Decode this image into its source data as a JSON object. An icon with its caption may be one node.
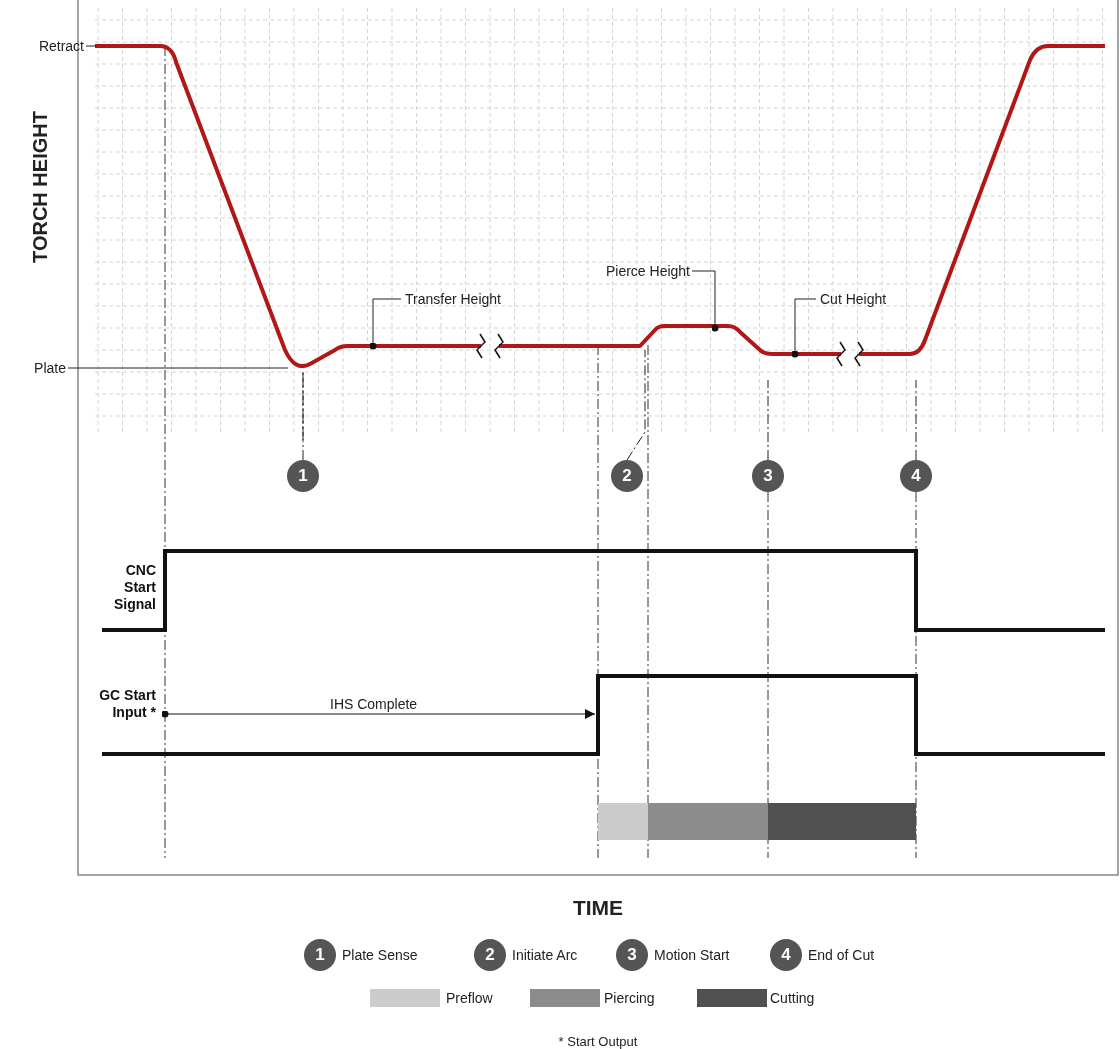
{
  "diagram": {
    "nodes": [
      {
        "text": [
          "Retract"
        ]
      },
      {
        "text": [
          "Plate"
        ]
      },
      {
        "text": [
          "Transfer Height"
        ]
      },
      {
        "text": [
          "Pierce Height"
        ]
      },
      {
        "text": [
          "Cut Height"
        ]
      },
      {
        "text": [
          "1"
        ]
      },
      {
        "text": [
          "2"
        ]
      },
      {
        "text": [
          "3"
        ]
      },
      {
        "text": [
          "4"
        ]
      }
    ],
    "edges": [
      {
        "from": 0,
        "to": null,
        "arrow": "none"
      },
      {
        "from": 1,
        "to": null,
        "arrow": "none"
      },
      {
        "from": 2,
        "to": null,
        "arrow": "other"
      },
      {
        "from": 3,
        "to": null,
        "arrow": "other"
      },
      {
        "from": 4,
        "to": null,
        "arrow": "other"
      },
      {
        "from": 5,
        "to": null,
        "arrow": "none",
        "style": "dashed"
      },
      {
        "from": 6,
        "to": null,
        "arrow": "none",
        "style": "dashed"
      },
      {
        "from": 7,
        "to": null,
        "arrow": "none",
        "style": "dashed"
      },
      {
        "from": 8,
        "to": null,
        "arrow": "none",
        "style": "dashed"
      }
    ],
    "labels": [
      "TORCH HEIGHT",
      "CNC Start Signal",
      "GC Start Input *",
      "IHS Complete",
      "TIME",
      "1",
      "2",
      "3",
      "4",
      "* Start Output"
    ],
    "legend": [
      {
        "text": "Plate Sense"
      },
      {
        "text": "Initiate Arc"
      },
      {
        "text": "Motion Start"
      },
      {
        "text": "End of Cut"
      },
      {
        "text": "Preflow",
        "color": "#cccccc"
      },
      {
        "text": "Piercing",
        "color": "#8c8c8c"
      },
      {
        "text": "Cutting",
        "color": "#505050"
      }
    ]
  }
}
